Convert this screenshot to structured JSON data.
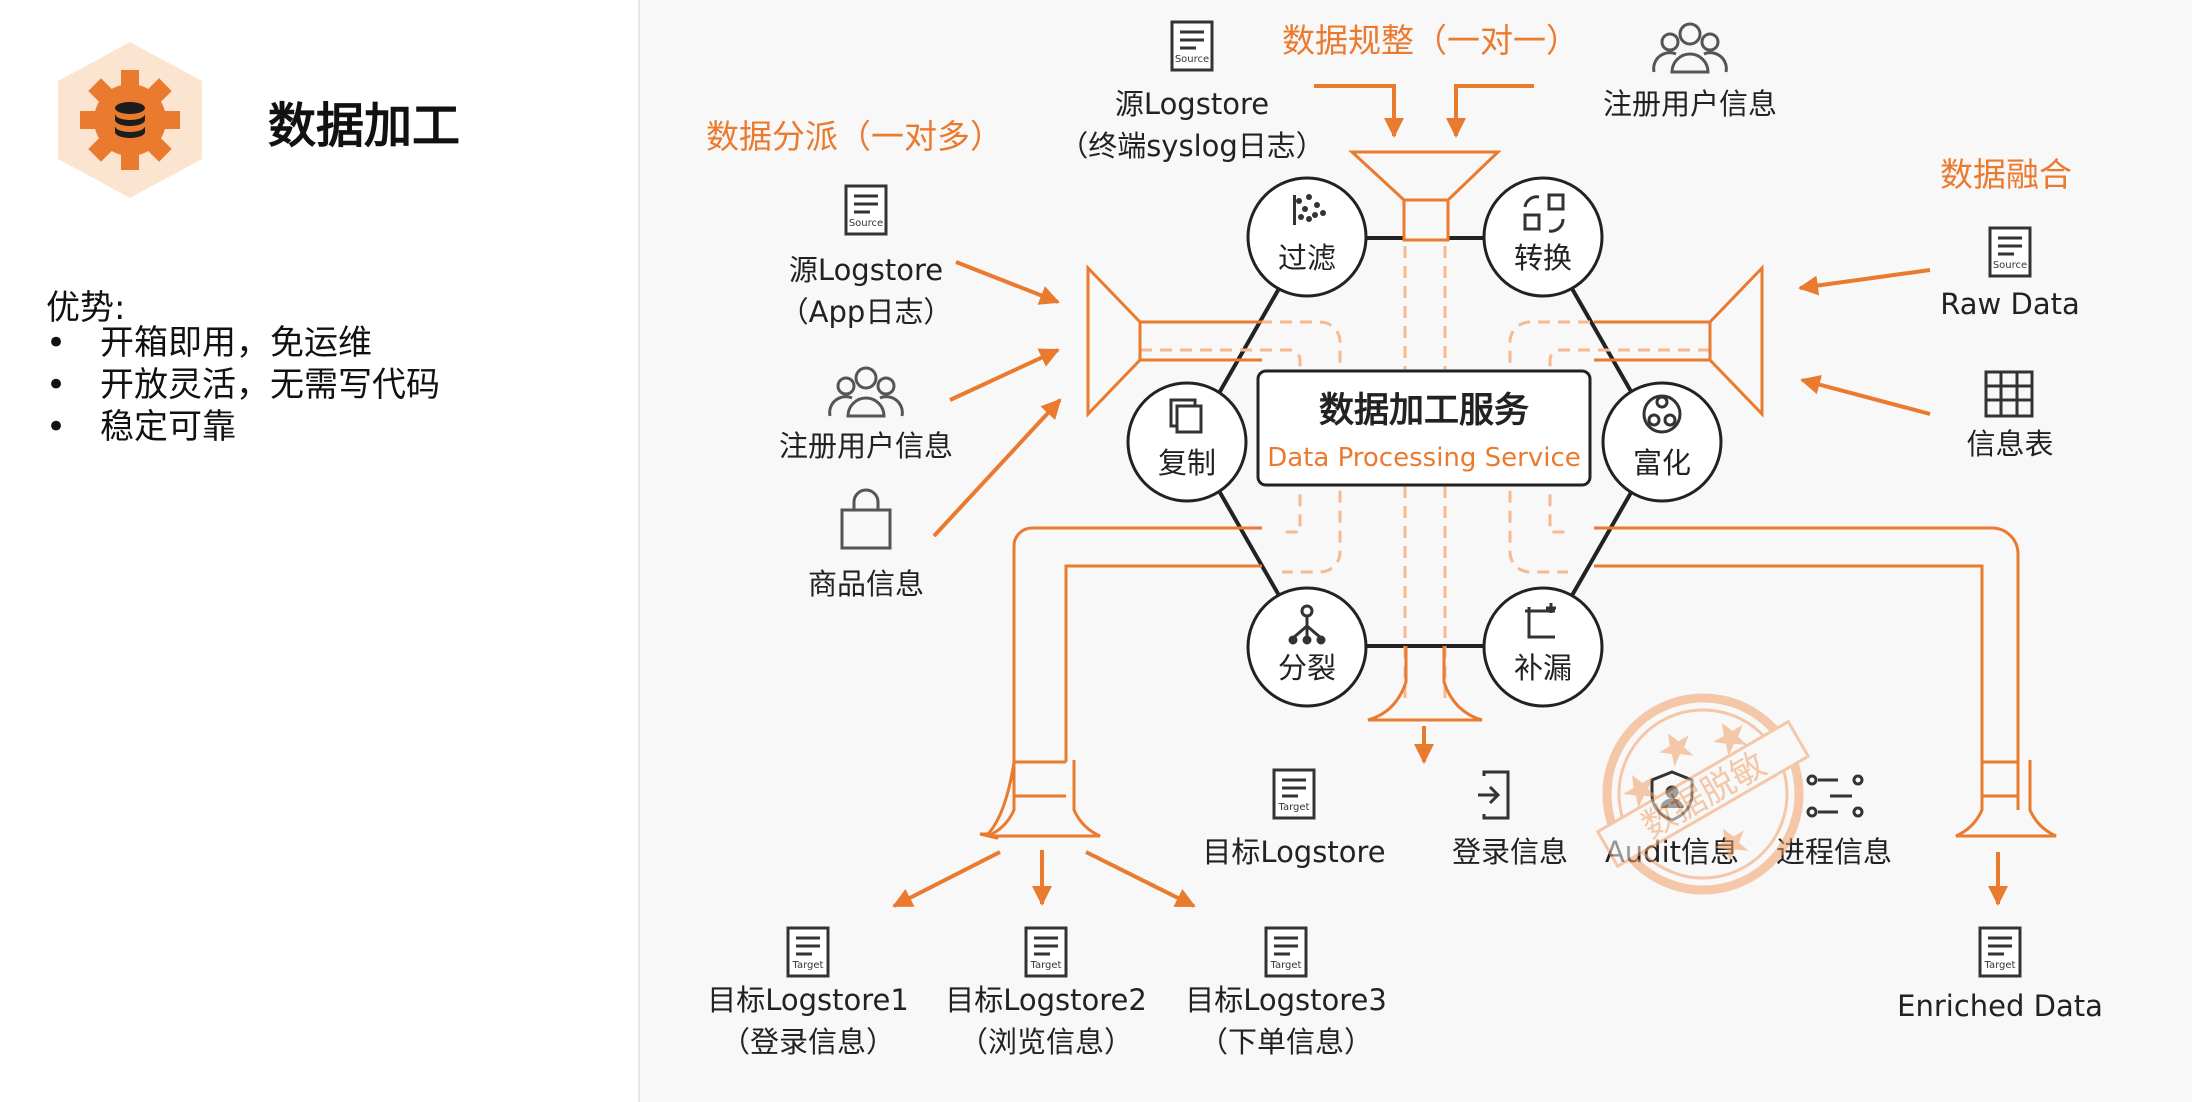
{
  "header": {
    "title": "数据加工"
  },
  "advantages": {
    "title": "优势:",
    "items": [
      "开箱即用，免运维",
      "开放灵活，无需写代码",
      "稳定可靠"
    ]
  },
  "colors": {
    "accent": "#ea7a2e",
    "accent_light": "#fbe5d0",
    "line": "#222222",
    "stamp": "#f2a06a"
  },
  "center": {
    "title": "数据加工服务",
    "subtitle": "Data Processing Service"
  },
  "operations": {
    "filter": "过滤",
    "transform": "转换",
    "copy": "复制",
    "enrich": "富化",
    "split": "分裂",
    "fill": "补漏"
  },
  "sections": {
    "dispatch": "数据分派（一对多）",
    "normalize": "数据规整（一对一）",
    "merge": "数据融合"
  },
  "sources_left": {
    "logstore_line1": "源Logstore",
    "logstore_line2": "（App日志）",
    "users": "注册用户信息",
    "goods": "商品信息"
  },
  "sources_top": {
    "logstore_line1": "源Logstore",
    "logstore_line2": "（终端syslog日志）",
    "users": "注册用户信息"
  },
  "sources_right": {
    "raw": "Raw Data",
    "table": "信息表"
  },
  "icon_badges": {
    "source": "Source",
    "target": "Target"
  },
  "targets_bottom": {
    "t1_line1": "目标Logstore1",
    "t1_line2": "（登录信息）",
    "t2_line1": "目标Logstore2",
    "t2_line2": "（浏览信息）",
    "t3_line1": "目标Logstore3",
    "t3_line2": "（下单信息）"
  },
  "targets_middle": {
    "logstore": "目标Logstore",
    "login": "登录信息",
    "audit": "Audit信息",
    "process": "进程信息"
  },
  "target_right": "Enriched Data",
  "stamp": "数据脱敏"
}
